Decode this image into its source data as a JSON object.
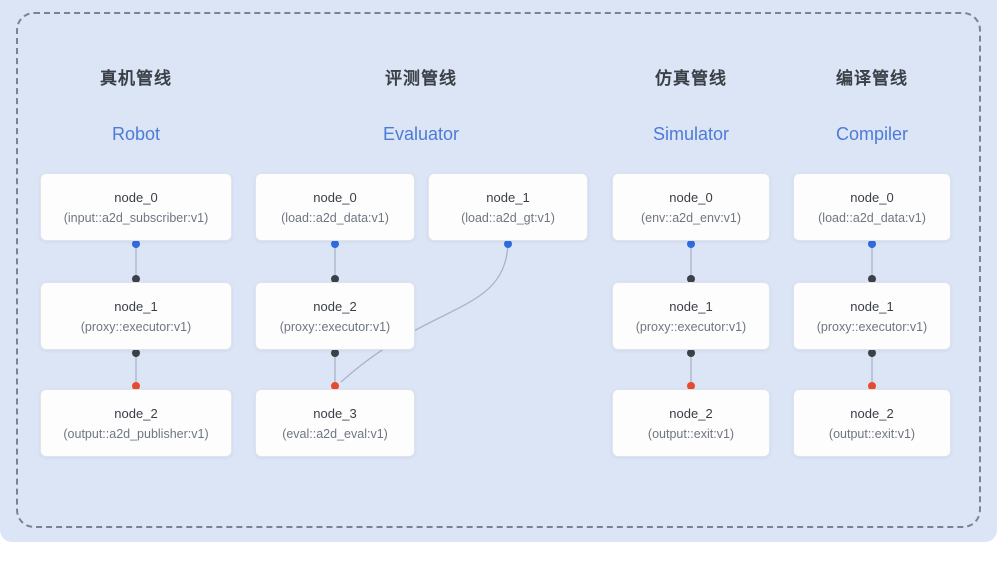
{
  "colors": {
    "panel_bg": "#dbe5f6",
    "dashed_border": "#7b838e",
    "title_zh": "#3b4046",
    "title_en": "#4d7bd6",
    "edge_line": "#a9b4c8",
    "port_blue": "#2f6be0",
    "port_dark": "#3c4148",
    "port_red": "#e84a2f"
  },
  "pipelines": [
    {
      "title_zh": "真机管线",
      "title_en": "Robot",
      "nodes": [
        {
          "title": "node_0",
          "subtitle": "(input::a2d_subscriber:v1)"
        },
        {
          "title": "node_1",
          "subtitle": "(proxy::executor:v1)"
        },
        {
          "title": "node_2",
          "subtitle": "(output::a2d_publisher:v1)"
        }
      ]
    },
    {
      "title_zh": "评测管线",
      "title_en": "Evaluator",
      "nodes": [
        {
          "title": "node_0",
          "subtitle": "(load::a2d_data:v1)"
        },
        {
          "title": "node_1",
          "subtitle": "(load::a2d_gt:v1)"
        },
        {
          "title": "node_2",
          "subtitle": "(proxy::executor:v1)"
        },
        {
          "title": "node_3",
          "subtitle": "(eval::a2d_eval:v1)"
        }
      ]
    },
    {
      "title_zh": "仿真管线",
      "title_en": "Simulator",
      "nodes": [
        {
          "title": "node_0",
          "subtitle": "(env::a2d_env:v1)"
        },
        {
          "title": "node_1",
          "subtitle": "(proxy::executor:v1)"
        },
        {
          "title": "node_2",
          "subtitle": "(output::exit:v1)"
        }
      ]
    },
    {
      "title_zh": "编译管线",
      "title_en": "Compiler",
      "nodes": [
        {
          "title": "node_0",
          "subtitle": "(load::a2d_data:v1)"
        },
        {
          "title": "node_1",
          "subtitle": "(proxy::executor:v1)"
        },
        {
          "title": "node_2",
          "subtitle": "(output::exit:v1)"
        }
      ]
    }
  ]
}
